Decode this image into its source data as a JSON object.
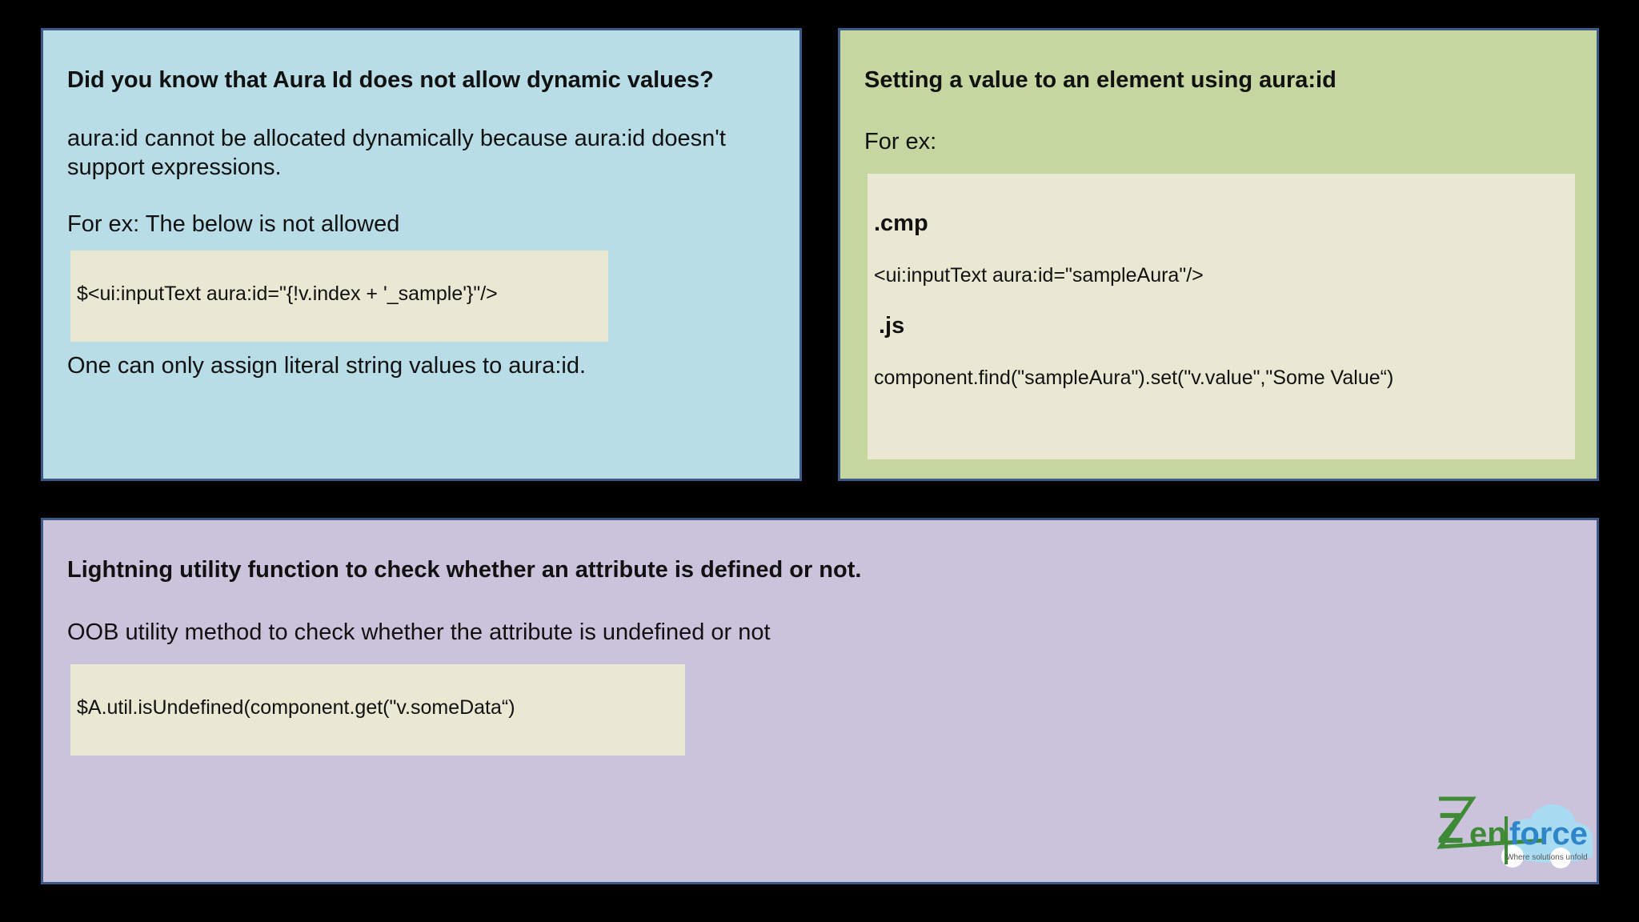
{
  "panel1": {
    "title": "Did you know that  Aura Id does not allow dynamic values?",
    "para1_line1": "aura:id cannot be allocated dynamically because aura:id doesn't",
    "para1_line2": "support expressions.",
    "example": "For ex:  The below is not allowed",
    "code": "$<ui:inputText aura:id=\"{!v.index + '_sample'}\"/>",
    "footer": "One can only assign literal string values to aura:id."
  },
  "panel2": {
    "title": "Setting a value to an element using aura:id",
    "example": "For ex:",
    "cmp_label": ".cmp",
    "cmp_code": "<ui:inputText aura:id=\"sampleAura\"/>",
    "js_label": ".js",
    "js_code": "component.find(\"sampleAura\").set(\"v.value\",\"Some Value“)"
  },
  "panel3": {
    "title": "Lightning utility function to check whether an attribute is defined or not.",
    "desc": "OOB utility method to check whether the attribute is undefined or not",
    "code": "$A.util.isUndefined(component.get(\"v.someData“)"
  },
  "logo": {
    "brand_z": "Z",
    "brand_en": "en",
    "brand_force": "force",
    "tagline": "Where solutions unfold",
    "colors": {
      "green": "#3f8a36",
      "blue": "#2e86c9",
      "cloud": "#a9dcf3"
    }
  }
}
